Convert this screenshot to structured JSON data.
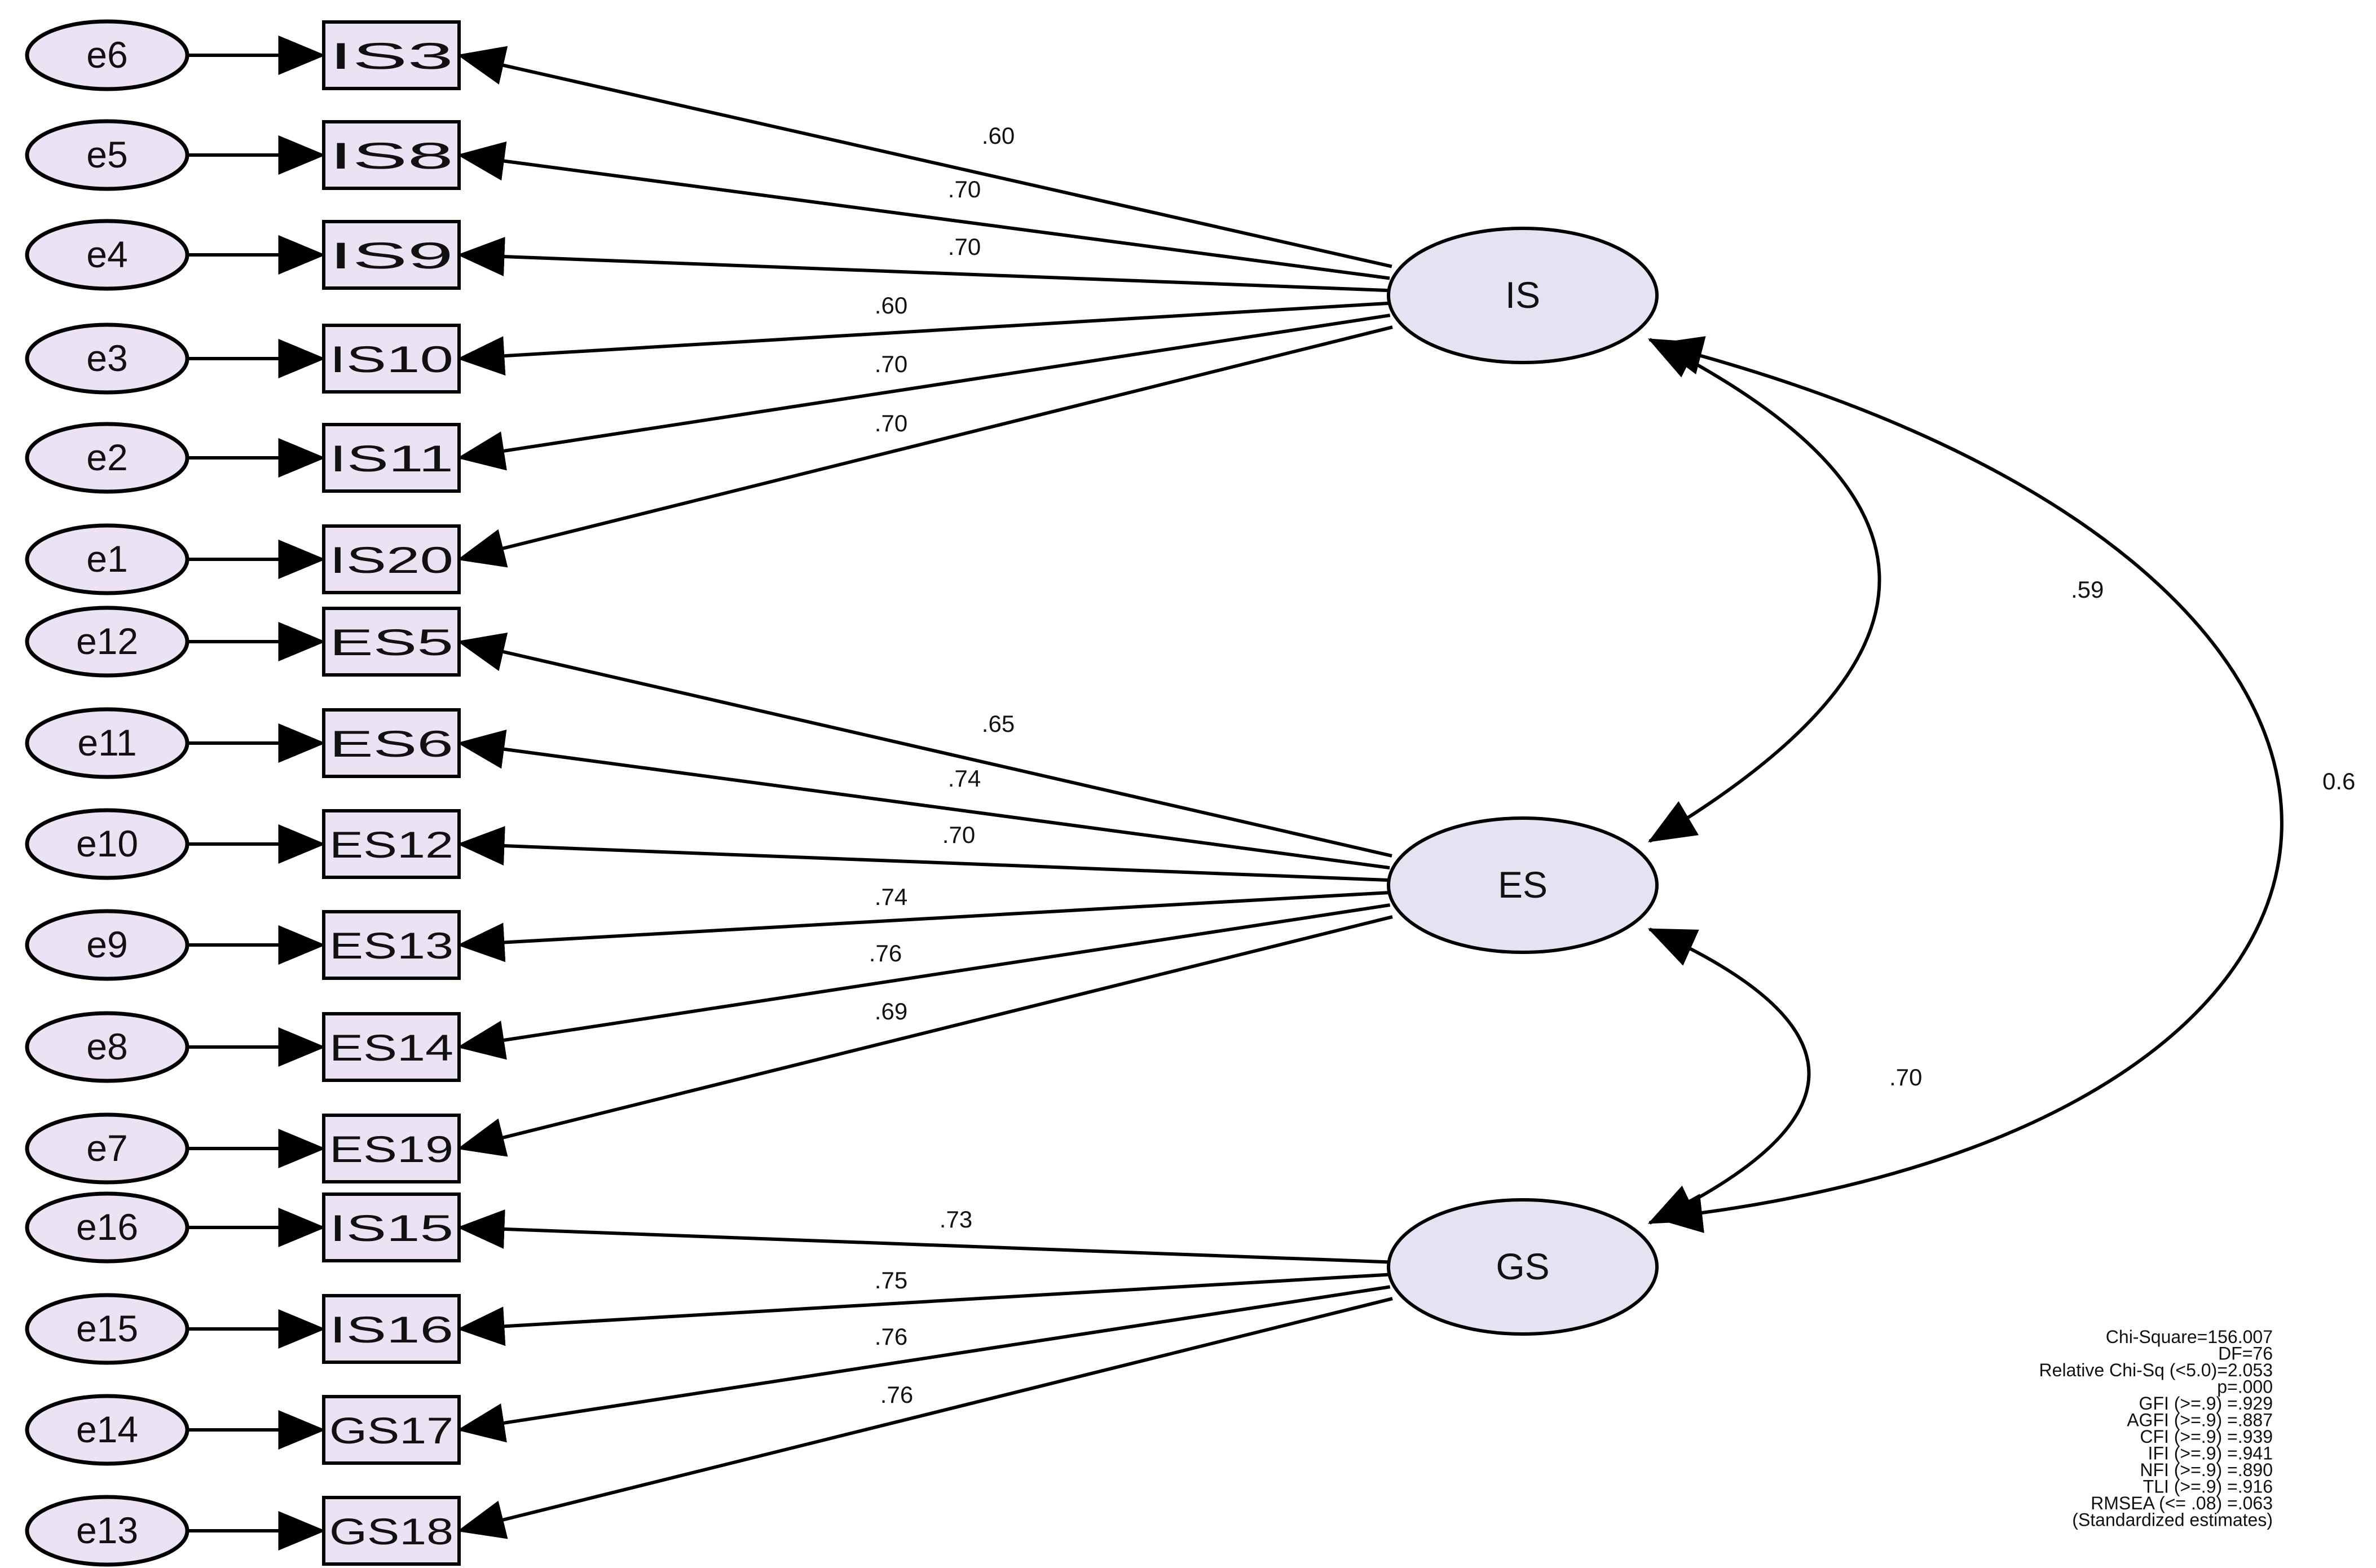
{
  "diagram": {
    "errors": [
      "e6",
      "e5",
      "e4",
      "e3",
      "e2",
      "e1",
      "e12",
      "e11",
      "e10",
      "e9",
      "e8",
      "e7",
      "e16",
      "e15",
      "e14",
      "e13"
    ],
    "indicators": [
      "IS3",
      "IS8",
      "IS9",
      "IS10",
      "IS11",
      "IS20",
      "ES5",
      "ES6",
      "ES12",
      "ES13",
      "ES14",
      "ES19",
      "IS15",
      "IS16",
      "GS17",
      "GS18"
    ],
    "latents": [
      "IS",
      "ES",
      "GS"
    ],
    "loadings": [
      ".60",
      ".70",
      ".70",
      ".60",
      ".70",
      ".70",
      ".65",
      ".74",
      ".70",
      ".74",
      ".76",
      ".69",
      ".73",
      ".75",
      ".76",
      ".76"
    ],
    "covariances": {
      "IS_ES": ".59",
      "ES_GS": ".70",
      "IS_GS": "0.6"
    },
    "fit_stats": [
      "Chi-Square=156.007",
      "DF=76",
      "Relative Chi-Sq (<5.0)=2.053",
      "p=.000",
      "GFI (>=.9) =.929",
      "AGFI (>=.9) =.887",
      "CFI (>=.9) =.939",
      "IFI (>=.9) =.941",
      "NFI (>=.9) =.890",
      "TLI (>=.9) =.916",
      "RMSEA (<= .08) =.063",
      "(Standardized estimates)"
    ],
    "colors": {
      "node_fill": "#ebe2f4",
      "latent_fill": "#e6e2f2",
      "stroke": "#000000"
    }
  }
}
